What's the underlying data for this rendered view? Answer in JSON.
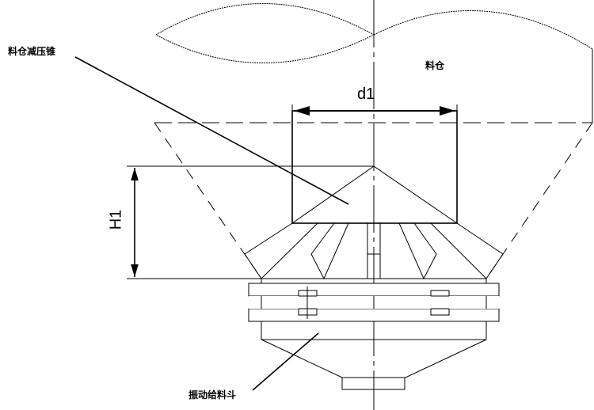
{
  "labels": {
    "pressure_cone": "料仓减压锥",
    "silo": "料仓",
    "diameter": "d1",
    "height": "H1",
    "vibrating_feeder": "振动给料斗"
  },
  "colors": {
    "line": "#000000",
    "background": "#ffffff"
  }
}
